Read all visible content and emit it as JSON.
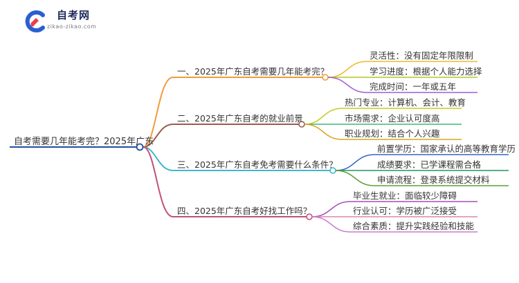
{
  "logo": {
    "title": "自考网",
    "subtitle": "zikao-zikao.com"
  },
  "root": {
    "label": "自考需要几年能考完？2025年广东"
  },
  "branches": [
    {
      "label": "一、2025年广东自考需要几年能考完？",
      "color": "#f39a3a",
      "leaves": [
        {
          "label": "灵活性：没有固定年限限制"
        },
        {
          "label": "学习进度：根据个人能力选择"
        },
        {
          "label": "完成时间：一年或五年"
        }
      ]
    },
    {
      "label": "二、2025年广东自考的就业前景",
      "color": "#9a5a50",
      "leaves": [
        {
          "label": "热门专业：计算机、会计、教育"
        },
        {
          "label": "市场需求：企业认可度高"
        },
        {
          "label": "职业规划：结合个人兴趣"
        }
      ]
    },
    {
      "label": "三、2025年广东自考免考需要什么条件？",
      "color": "#3fb7c9",
      "leaves": [
        {
          "label": "前置学历：国家承认的高等教育学历"
        },
        {
          "label": "成绩要求：已学课程需合格"
        },
        {
          "label": "申请流程：登录系统提交材料"
        }
      ]
    },
    {
      "label": "四、2025年广东自考好找工作吗？",
      "color": "#c0507a",
      "leaves": [
        {
          "label": "毕业生就业：面临较少障碍"
        },
        {
          "label": "行业认可：学历被广泛接受"
        },
        {
          "label": "综合素质：提升实践经验和技能"
        }
      ]
    }
  ],
  "colors": {
    "root_line": "#1e4fa3",
    "leaf_colors": [
      [
        "#e9bb2b",
        "#b1c91f",
        "#a25bd0"
      ],
      [
        "#c6cc1f",
        "#41b37a",
        "#d8a51c"
      ],
      [
        "#2e66c9",
        "#22955e",
        "#5e9e33"
      ],
      [
        "#a64db9",
        "#d887a6",
        "#c97ad2"
      ]
    ]
  }
}
